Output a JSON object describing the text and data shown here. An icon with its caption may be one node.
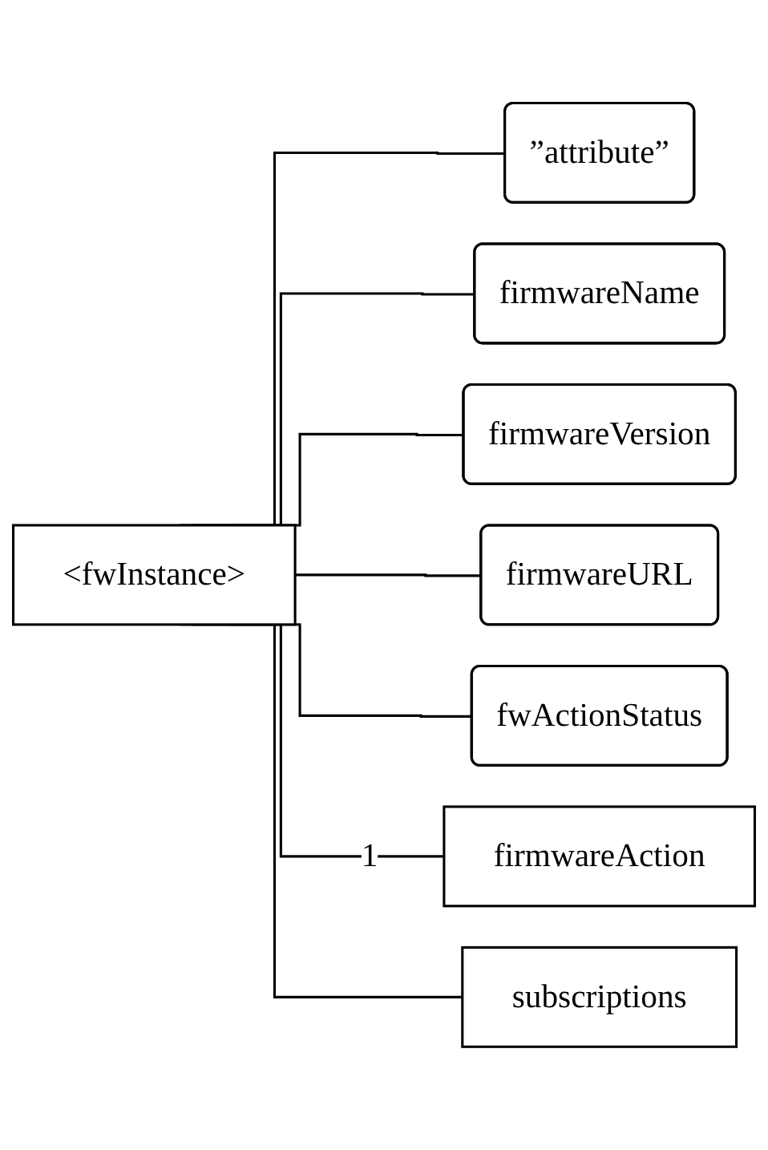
{
  "diagram": {
    "nodes": [
      {
        "text": [
          "<fwInstance>"
        ]
      },
      {
        "text": [
          "”attribute”"
        ]
      },
      {
        "text": [
          "firmwareName"
        ]
      },
      {
        "text": [
          "firmwareVersion"
        ]
      },
      {
        "text": [
          "firmwareURL"
        ]
      },
      {
        "text": [
          "fwActionStatus"
        ]
      },
      {
        "text": [
          "firmwareAction"
        ]
      },
      {
        "text": [
          "subscriptions"
        ]
      }
    ],
    "edges": [
      {
        "from": 0,
        "to": 1,
        "arrow": "none"
      },
      {
        "from": 0,
        "to": 2,
        "arrow": "none"
      },
      {
        "from": 0,
        "to": 3,
        "arrow": "none"
      },
      {
        "from": 0,
        "to": 4,
        "arrow": "none"
      },
      {
        "from": 0,
        "to": 5,
        "arrow": "none"
      },
      {
        "from": 0,
        "to": 6,
        "label": "1",
        "arrow": "none"
      },
      {
        "from": 0,
        "to": 7,
        "arrow": "none"
      }
    ]
  }
}
